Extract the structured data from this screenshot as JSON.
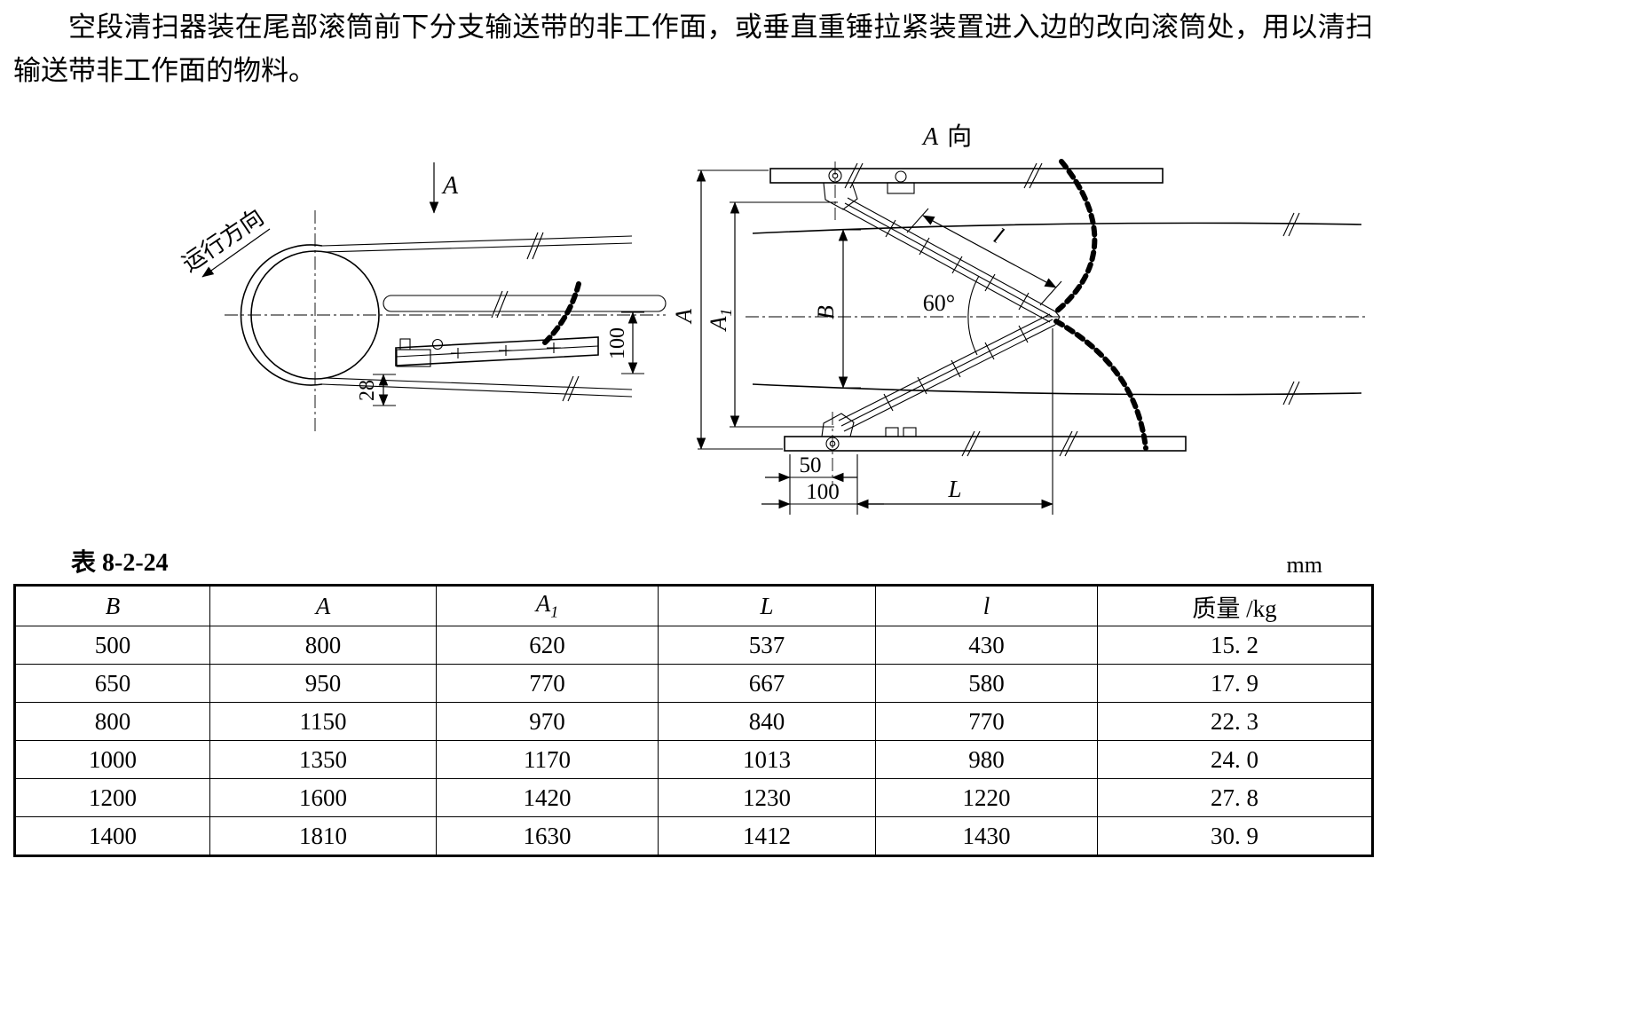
{
  "page": {
    "intro": "空段清扫器装在尾部滚筒前下分支输送带的非工作面，或垂直重锤拉紧装置进入边的改向滚筒处，用以清扫输送带非工作面的物料。"
  },
  "figure_side": {
    "direction_label": "运行方向",
    "section_label": "A",
    "dim_28": "28",
    "dim_100": "100"
  },
  "figure_a": {
    "title_letter": "A",
    "title_word": "向",
    "dim_A": "A",
    "dim_A1_letter": "A",
    "dim_A1_sub": "1",
    "dim_B": "B",
    "dim_l": "l",
    "angle": "60°",
    "dim_50": "50",
    "dim_100": "100",
    "dim_L": "L"
  },
  "table": {
    "caption": "表 8-2-24",
    "unit": "mm",
    "headers": [
      {
        "text": "B",
        "math": true
      },
      {
        "text": "A",
        "math": true
      },
      {
        "text": "A",
        "sub": "1",
        "math": true
      },
      {
        "text": "L",
        "math": true
      },
      {
        "text": "l",
        "math": true
      },
      {
        "text": "质量 /kg",
        "math": false
      }
    ],
    "rows": [
      [
        "500",
        "800",
        "620",
        "537",
        "430",
        "15. 2"
      ],
      [
        "650",
        "950",
        "770",
        "667",
        "580",
        "17. 9"
      ],
      [
        "800",
        "1150",
        "970",
        "840",
        "770",
        "22. 3"
      ],
      [
        "1000",
        "1350",
        "1170",
        "1013",
        "980",
        "24. 0"
      ],
      [
        "1200",
        "1600",
        "1420",
        "1230",
        "1220",
        "27. 8"
      ],
      [
        "1400",
        "1810",
        "1630",
        "1412",
        "1430",
        "30. 9"
      ]
    ]
  }
}
